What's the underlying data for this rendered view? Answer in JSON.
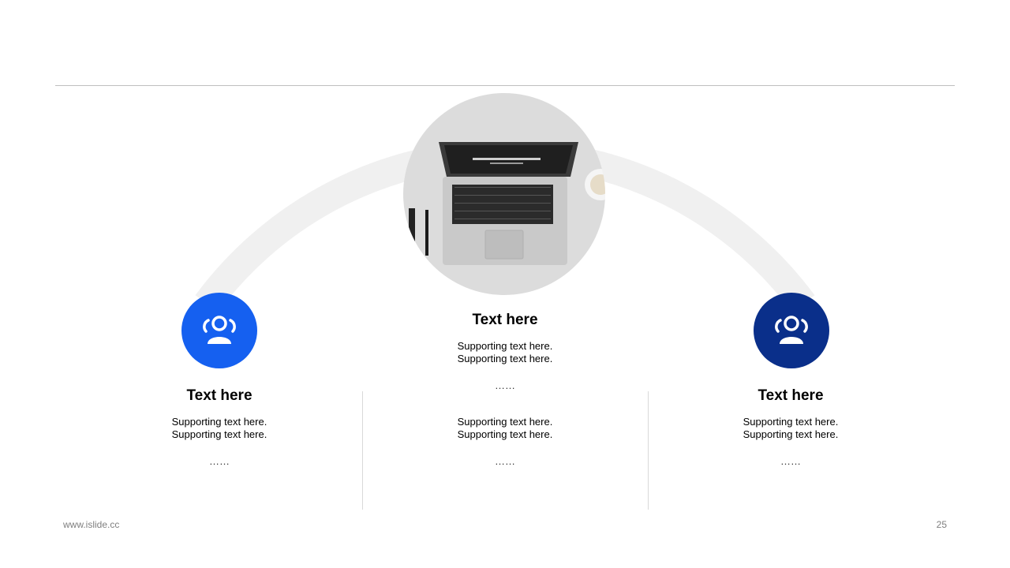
{
  "colors": {
    "left_icon_bg": "#1560f0",
    "right_icon_bg": "#0a2f8a",
    "arc": "#f0f0f0"
  },
  "left": {
    "icon": "user-group-icon",
    "title": "Text here",
    "line1": "Supporting  text here.",
    "line2": "Supporting  text here.",
    "dots": "……"
  },
  "center": {
    "image": "laptop-photo",
    "title": "Text here",
    "line1": "Supporting  text here.",
    "line2": "Supporting  text here.",
    "dots1": "……",
    "line3": "Supporting  text here.",
    "line4": "Supporting  text here.",
    "dots2": "……"
  },
  "right": {
    "icon": "user-group-icon",
    "title": "Text here",
    "line1": "Supporting  text here.",
    "line2": "Supporting  text here.",
    "dots": "……"
  },
  "footer": {
    "website": "www.islide.cc",
    "page_number": "25"
  }
}
